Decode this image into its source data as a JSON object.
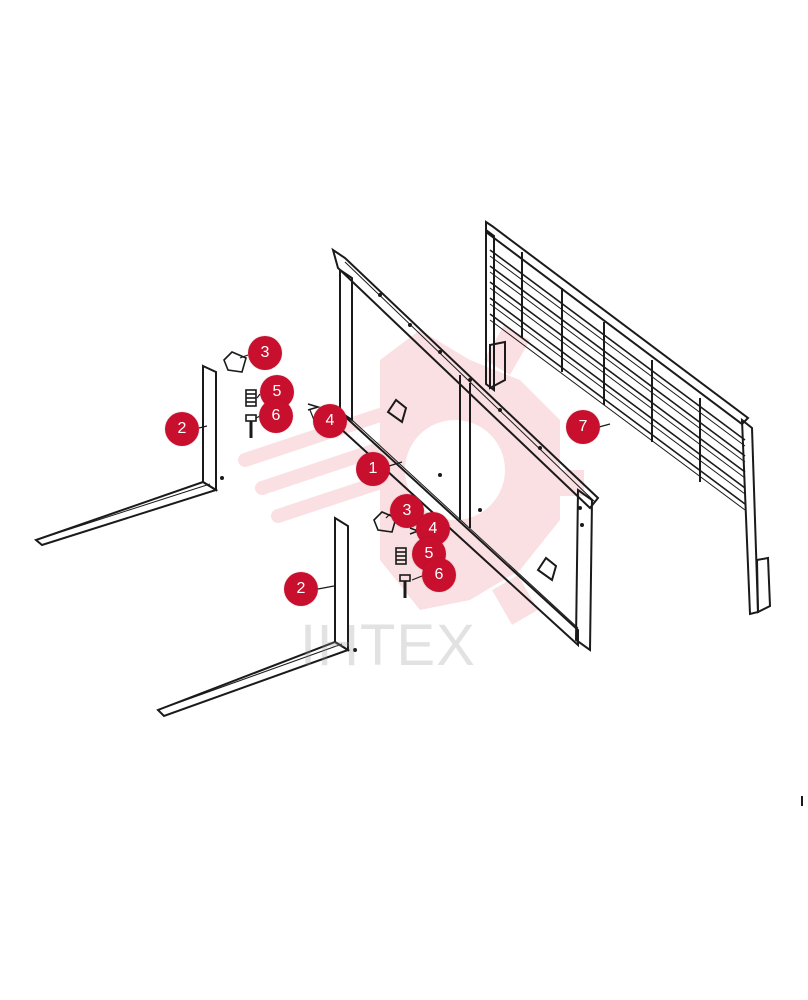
{
  "colors": {
    "callout": "#c8102e",
    "line": "#1a1a1a",
    "watermark_gear": "#f6c8cc",
    "watermark_text": "#9a9a9a"
  },
  "watermark": {
    "text": "ІНТЕХ",
    "icon": "gear-logo-icon"
  },
  "callouts": [
    {
      "id": "c1",
      "label": "1"
    },
    {
      "id": "c2a",
      "label": "2"
    },
    {
      "id": "c2b",
      "label": "2"
    },
    {
      "id": "c3a",
      "label": "3"
    },
    {
      "id": "c3b",
      "label": "3"
    },
    {
      "id": "c4a",
      "label": "4"
    },
    {
      "id": "c4b",
      "label": "4"
    },
    {
      "id": "c5a",
      "label": "5"
    },
    {
      "id": "c5b",
      "label": "5"
    },
    {
      "id": "c6a",
      "label": "6"
    },
    {
      "id": "c6b",
      "label": "6"
    },
    {
      "id": "c7",
      "label": "7"
    }
  ]
}
